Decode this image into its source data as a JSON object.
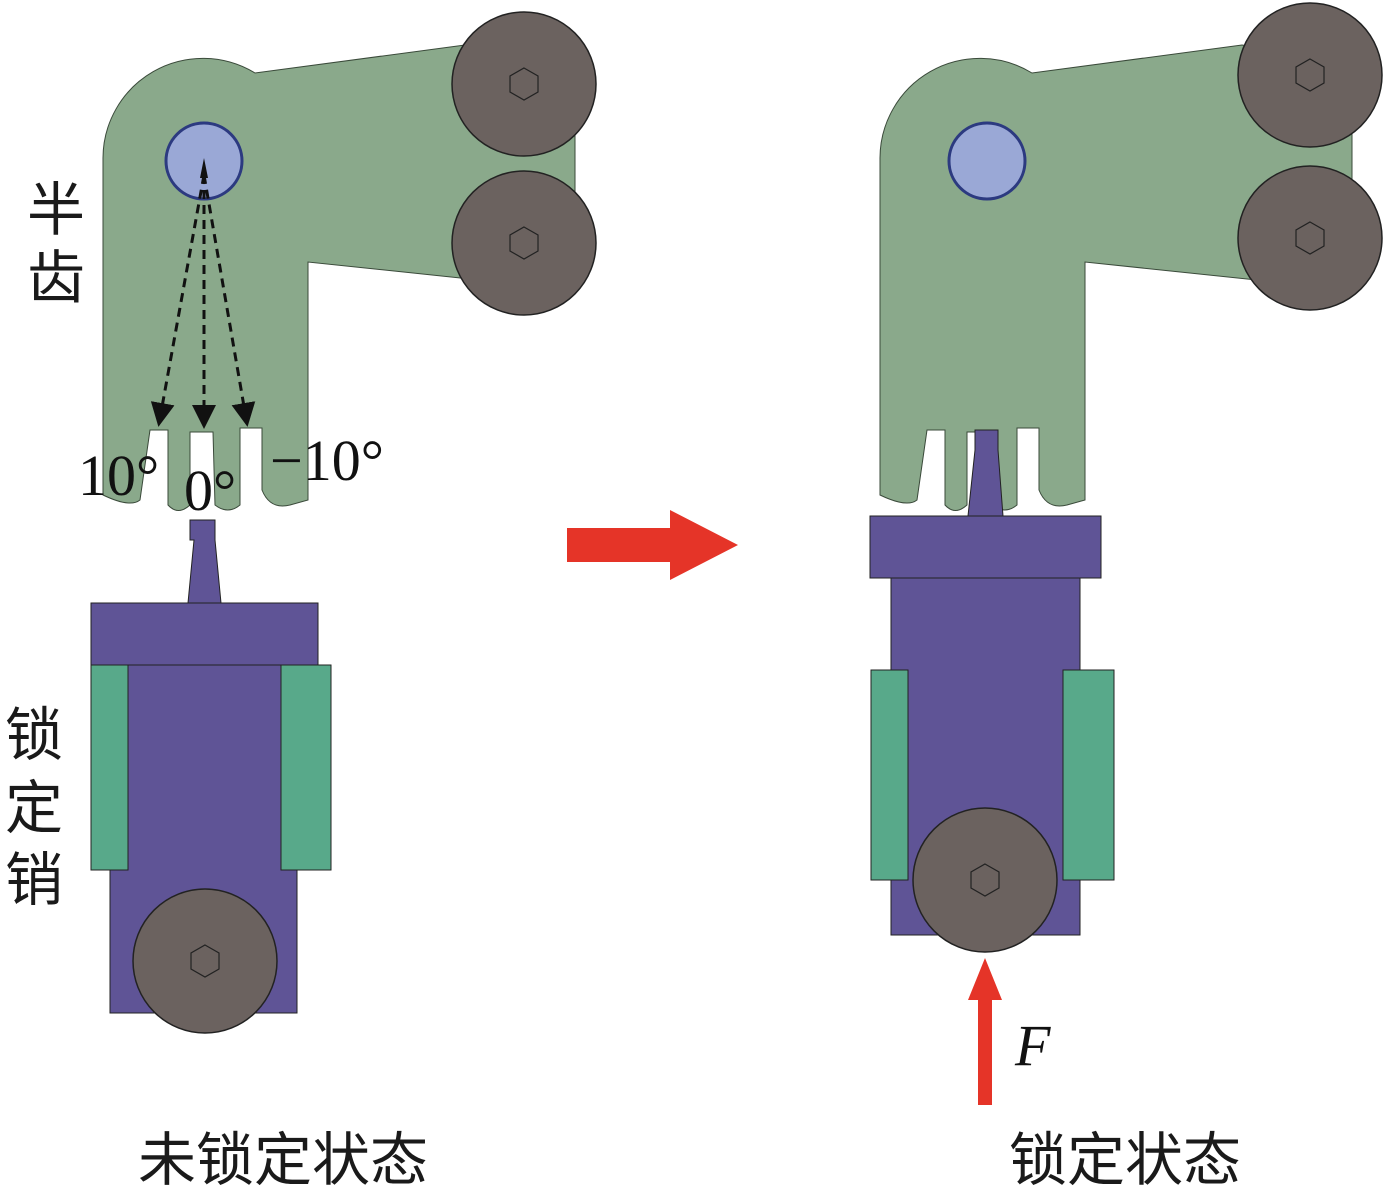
{
  "labels": {
    "half_tooth": [
      "半",
      "齿"
    ],
    "lock_pin": [
      "锁",
      "定",
      "销"
    ],
    "angle_pos": "10°",
    "angle_zero": "0°",
    "angle_neg": "−10°",
    "force": "F",
    "caption_unlocked": "未锁定状态",
    "caption_locked": "锁定状态"
  },
  "colors": {
    "half_tooth": "#8aa98b",
    "wheel": "#6b625f",
    "pin_hole": "#9aa8d6",
    "lock_body": "#5f5496",
    "guide_pad": "#58a98a",
    "arrow": "#e53428"
  }
}
